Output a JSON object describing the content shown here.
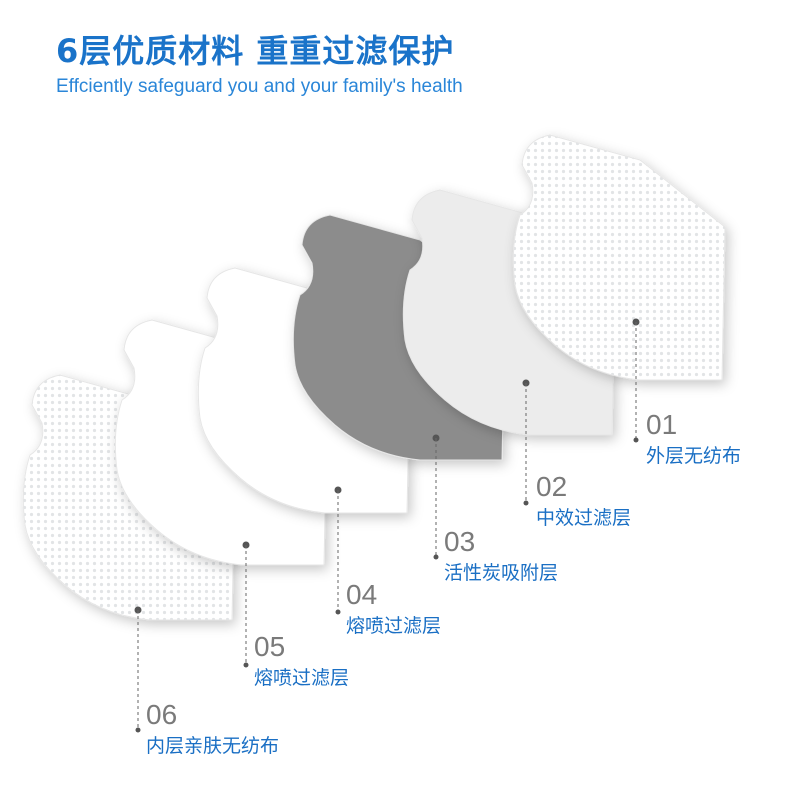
{
  "header": {
    "title": "6层优质材料 重重过滤保护",
    "subtitle": "Effciently safeguard you and your family's health"
  },
  "layers": [
    {
      "number": "06",
      "name": "内层亲肤无纺布",
      "color": "#ffffff",
      "texture": "mesh"
    },
    {
      "number": "05",
      "name": "熔喷过滤层",
      "color": "#ffffff",
      "texture": "plain"
    },
    {
      "number": "04",
      "name": "熔喷过滤层",
      "color": "#ffffff",
      "texture": "plain"
    },
    {
      "number": "03",
      "name": "活性炭吸附层",
      "color": "#8c8c8c",
      "texture": "plain"
    },
    {
      "number": "02",
      "name": "中效过滤层",
      "color": "#ececec",
      "texture": "plain"
    },
    {
      "number": "01",
      "name": "外层无纺布",
      "color": "#ffffff",
      "texture": "mesh"
    }
  ],
  "colors": {
    "title": "#1a73c9",
    "label_text": "#1a6fc4",
    "number_text": "#7a7a7a",
    "leader_line": "#555555"
  }
}
